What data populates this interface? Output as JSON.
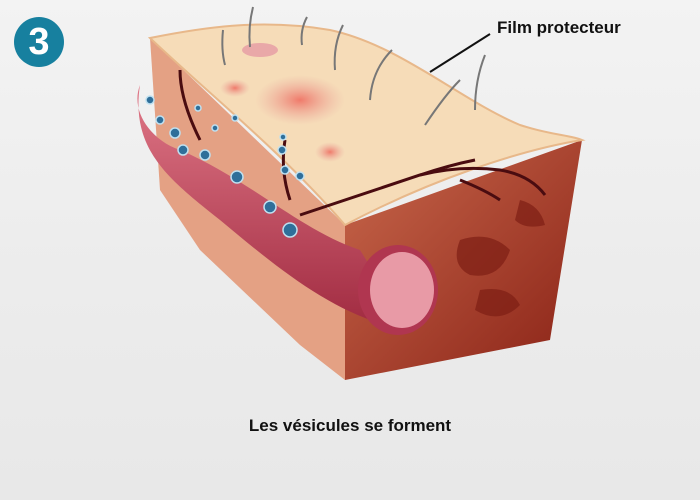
{
  "step_number": "3",
  "labels": {
    "film": "Film protecteur"
  },
  "caption": "Les vésicules se forment",
  "colors": {
    "badge": "#17809f",
    "skin_top": "#f6dcb8",
    "dermis": "#c0583f",
    "vessel": "#c84a5c",
    "vesicle": "#2f6f9a"
  }
}
